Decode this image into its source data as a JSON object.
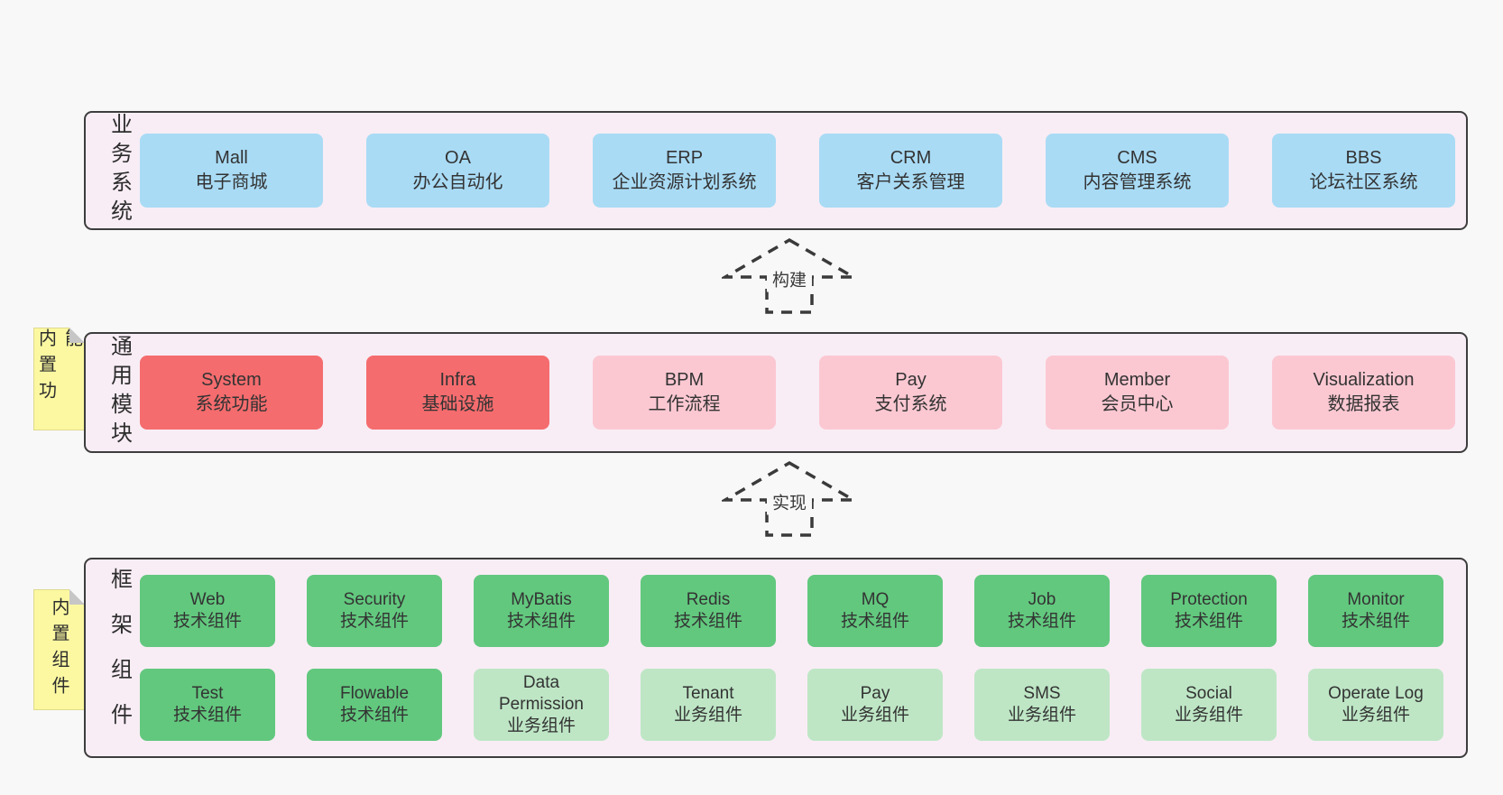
{
  "colors": {
    "page_bg": "#f8f8f8",
    "band_bg": "#f8edf5",
    "band_border": "#3d3d3d",
    "blue": "#a9dbf5",
    "red": "#f56c6e",
    "pink": "#fbc8d2",
    "green_dark": "#62c87e",
    "green_light": "#bee6c5",
    "note_yellow": "#fbf8a1",
    "note_fold": "#c6c6c6",
    "text": "#333333"
  },
  "sections": {
    "business": {
      "side_label": "业务系统",
      "boxes": [
        {
          "name": "Mall",
          "desc": "电子商城",
          "variant": "blue"
        },
        {
          "name": "OA",
          "desc": "办公自动化",
          "variant": "blue"
        },
        {
          "name": "ERP",
          "desc": "企业资源计划系统",
          "variant": "blue"
        },
        {
          "name": "CRM",
          "desc": "客户关系管理",
          "variant": "blue"
        },
        {
          "name": "CMS",
          "desc": "内容管理系统",
          "variant": "blue"
        },
        {
          "name": "BBS",
          "desc": "论坛社区系统",
          "variant": "blue"
        }
      ]
    },
    "modules": {
      "note": "内置功能",
      "side_label": "通用模块",
      "boxes": [
        {
          "name": "System",
          "desc": "系统功能",
          "variant": "red"
        },
        {
          "name": "Infra",
          "desc": "基础设施",
          "variant": "red"
        },
        {
          "name": "BPM",
          "desc": "工作流程",
          "variant": "pink"
        },
        {
          "name": "Pay",
          "desc": "支付系统",
          "variant": "pink"
        },
        {
          "name": "Member",
          "desc": "会员中心",
          "variant": "pink"
        },
        {
          "name": "Visualization",
          "desc": "数据报表",
          "variant": "pink"
        }
      ]
    },
    "components": {
      "note": "内置组件",
      "side_label": "框架组件",
      "row1": [
        {
          "name": "Web",
          "desc": "技术组件",
          "variant": "green_dark"
        },
        {
          "name": "Security",
          "desc": "技术组件",
          "variant": "green_dark"
        },
        {
          "name": "MyBatis",
          "desc": "技术组件",
          "variant": "green_dark"
        },
        {
          "name": "Redis",
          "desc": "技术组件",
          "variant": "green_dark"
        },
        {
          "name": "MQ",
          "desc": "技术组件",
          "variant": "green_dark"
        },
        {
          "name": "Job",
          "desc": "技术组件",
          "variant": "green_dark"
        },
        {
          "name": "Protection",
          "desc": "技术组件",
          "variant": "green_dark"
        },
        {
          "name": "Monitor",
          "desc": "技术组件",
          "variant": "green_dark"
        }
      ],
      "row2": [
        {
          "name": "Test",
          "desc": "技术组件",
          "variant": "green_dark"
        },
        {
          "name": "Flowable",
          "desc": "技术组件",
          "variant": "green_dark"
        },
        {
          "name": "Data Permission",
          "desc": "业务组件",
          "variant": "green_light"
        },
        {
          "name": "Tenant",
          "desc": "业务组件",
          "variant": "green_light"
        },
        {
          "name": "Pay",
          "desc": "业务组件",
          "variant": "green_light"
        },
        {
          "name": "SMS",
          "desc": "业务组件",
          "variant": "green_light"
        },
        {
          "name": "Social",
          "desc": "业务组件",
          "variant": "green_light"
        },
        {
          "name": "Operate Log",
          "desc": "业务组件",
          "variant": "green_light"
        }
      ]
    }
  },
  "arrows": {
    "build": {
      "label": "构建"
    },
    "implement": {
      "label": "实现"
    }
  }
}
